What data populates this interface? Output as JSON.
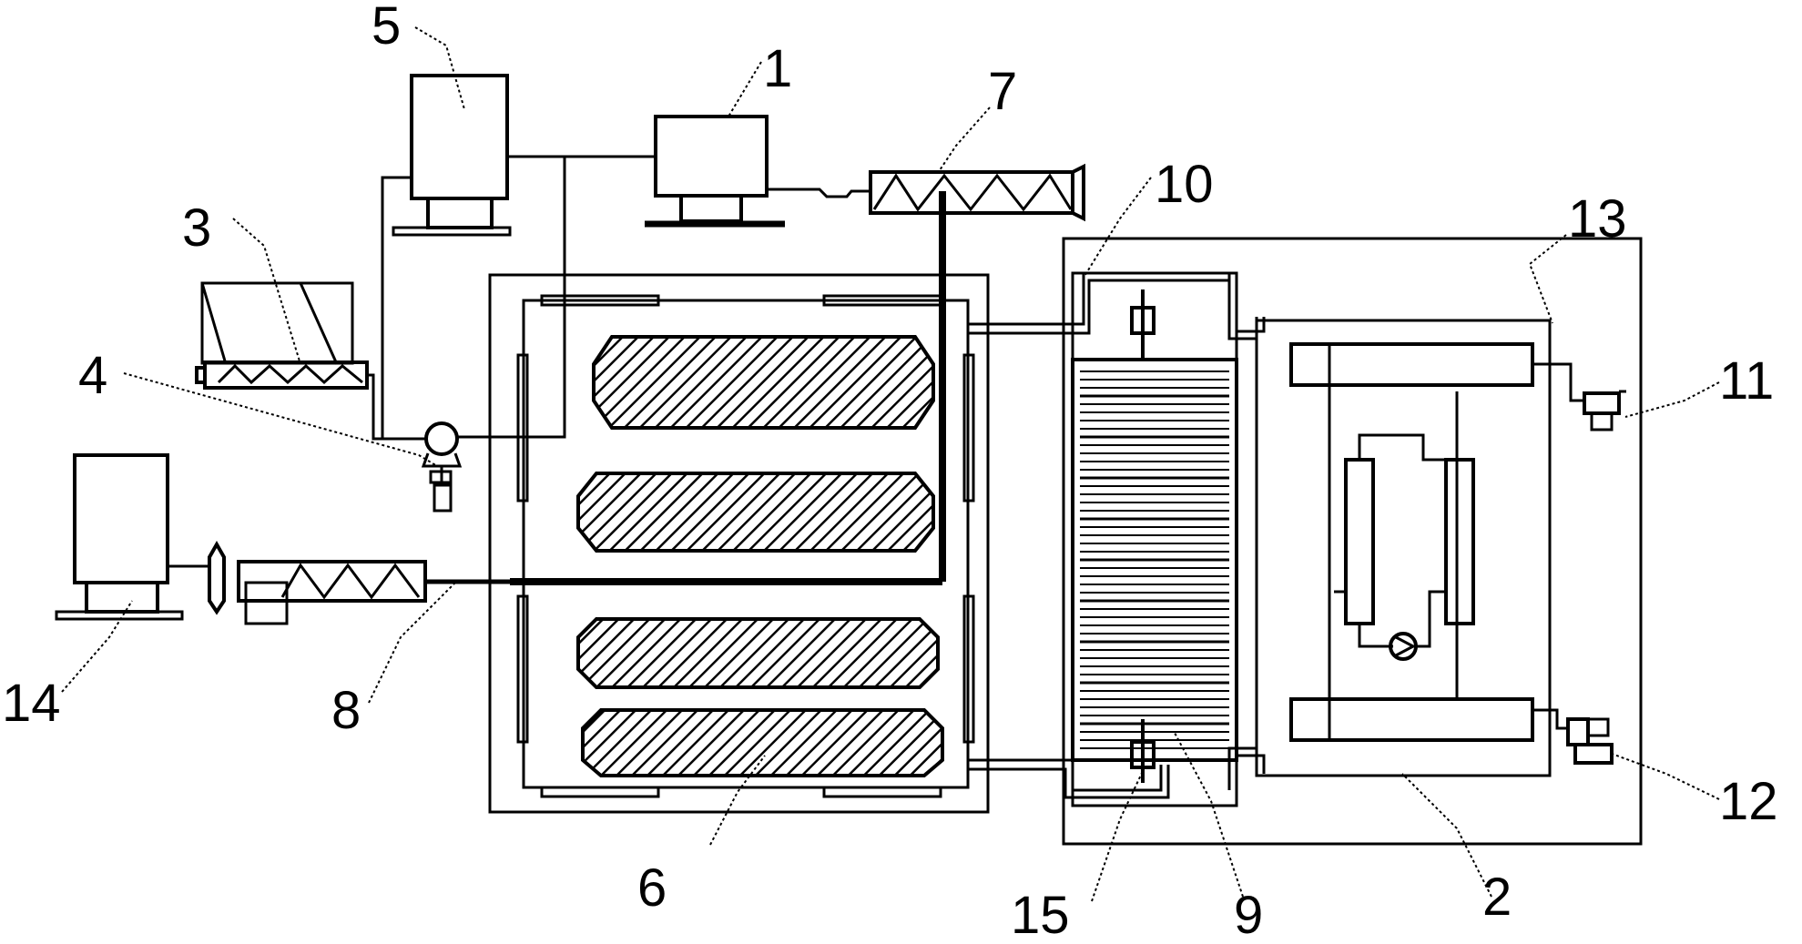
{
  "labels": {
    "l1": "1",
    "l2": "2",
    "l3": "3",
    "l4": "4",
    "l5": "5",
    "l6": "6",
    "l7": "7",
    "l8": "8",
    "l9": "9",
    "l10": "10",
    "l11": "11",
    "l12": "12",
    "l13": "13",
    "l14": "14",
    "l15": "15"
  },
  "colors": {
    "line": "#000000",
    "background": "#ffffff"
  }
}
